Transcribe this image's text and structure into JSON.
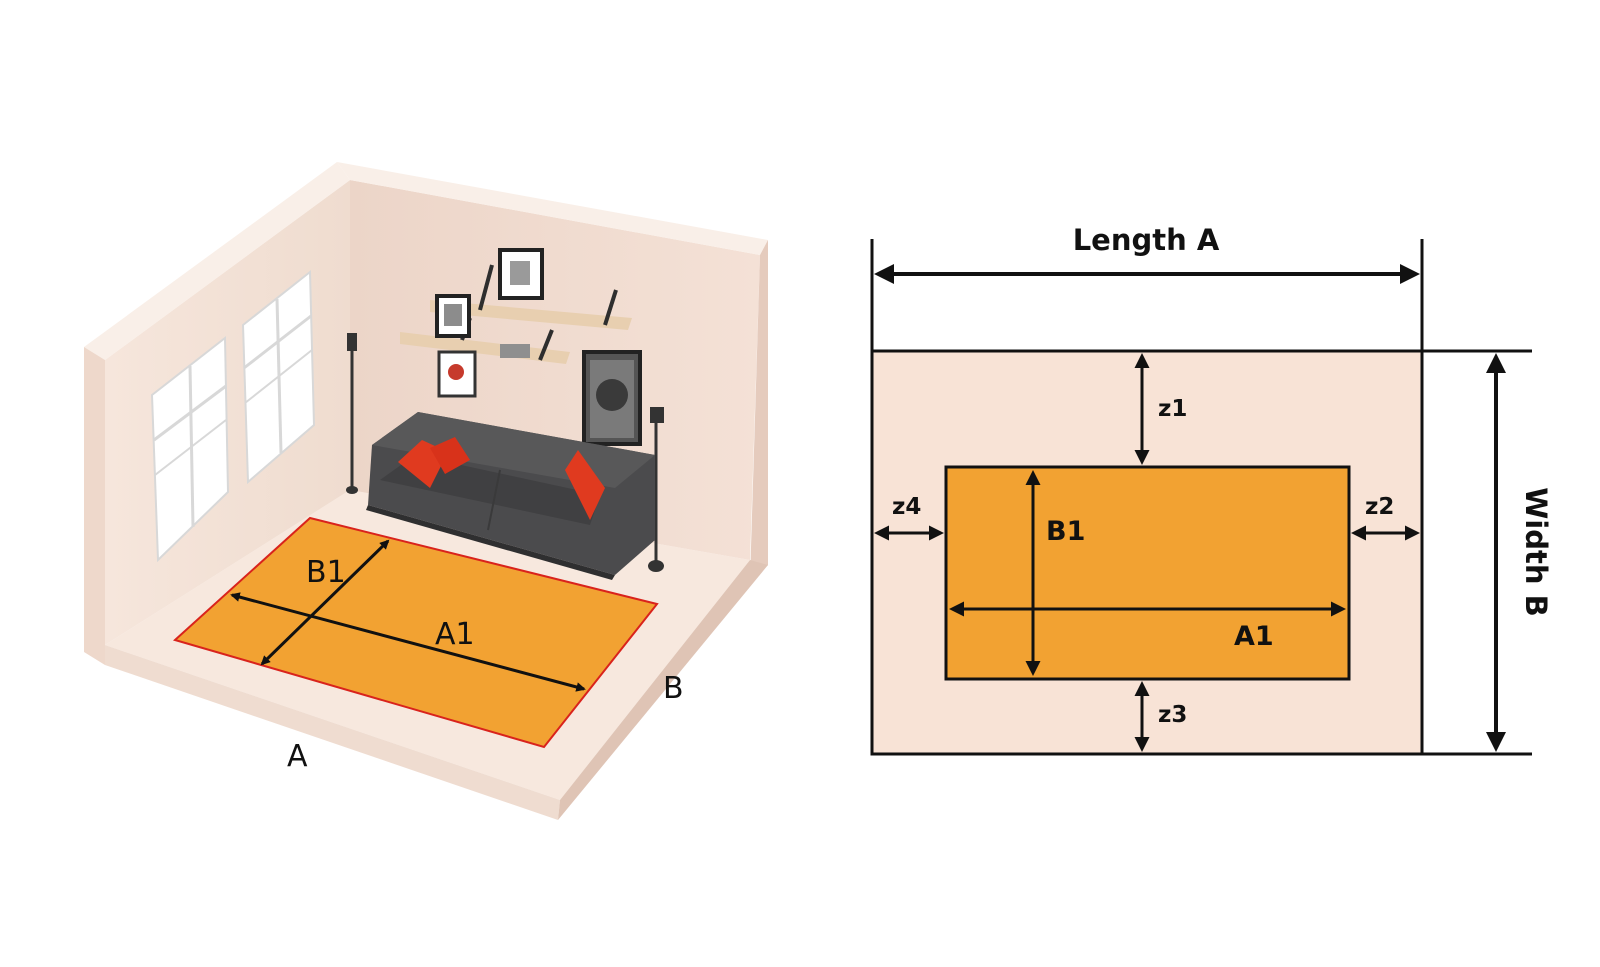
{
  "room_illustration": {
    "rug_label_length": "A1",
    "rug_label_width": "B1",
    "room_label_length": "A",
    "room_label_width": "B"
  },
  "plan_diagram": {
    "room_length_label": "Length A",
    "room_width_label": "Width B",
    "rug_length_label": "A1",
    "rug_width_label": "B1",
    "gap_top": "z1",
    "gap_right": "z2",
    "gap_bottom": "z3",
    "gap_left": "z4"
  },
  "colors": {
    "rug": "#f2a232",
    "room_floor_plan": "#f8e3d6",
    "wall": "#f0ddd2",
    "floor": "#f6e7dc",
    "outline": "#111111",
    "rug_edge": "#d9231c"
  }
}
